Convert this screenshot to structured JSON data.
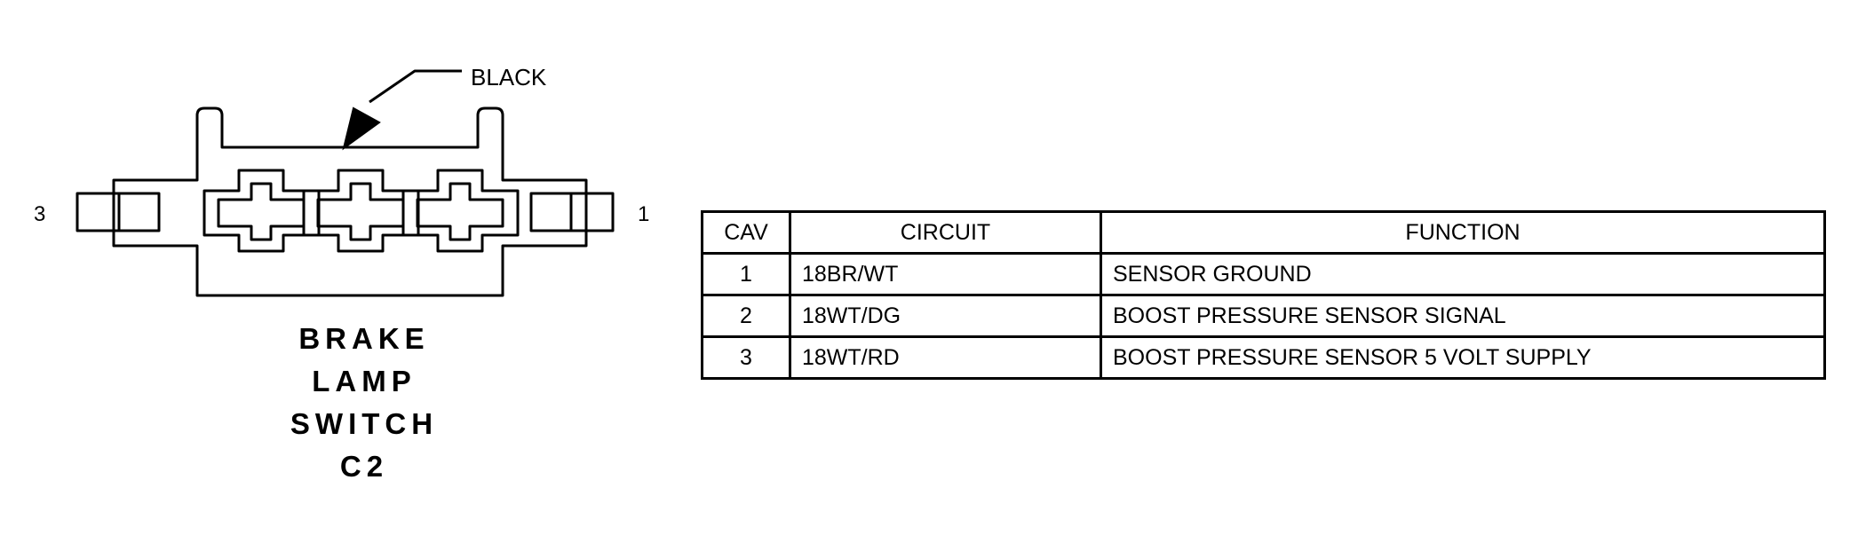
{
  "connector": {
    "color_label": "BLACK",
    "left_cavity_label": "3",
    "right_cavity_label": "1",
    "name_lines": [
      "BRAKE",
      "LAMP",
      "SWITCH",
      "C2"
    ]
  },
  "table": {
    "headers": [
      "CAV",
      "CIRCUIT",
      "FUNCTION"
    ],
    "rows": [
      {
        "cav": "1",
        "circuit": "18BR/WT",
        "function": "SENSOR GROUND"
      },
      {
        "cav": "2",
        "circuit": "18WT/DG",
        "function": "BOOST PRESSURE SENSOR SIGNAL"
      },
      {
        "cav": "3",
        "circuit": "18WT/RD",
        "function": "BOOST PRESSURE SENSOR 5 VOLT SUPPLY"
      }
    ]
  }
}
